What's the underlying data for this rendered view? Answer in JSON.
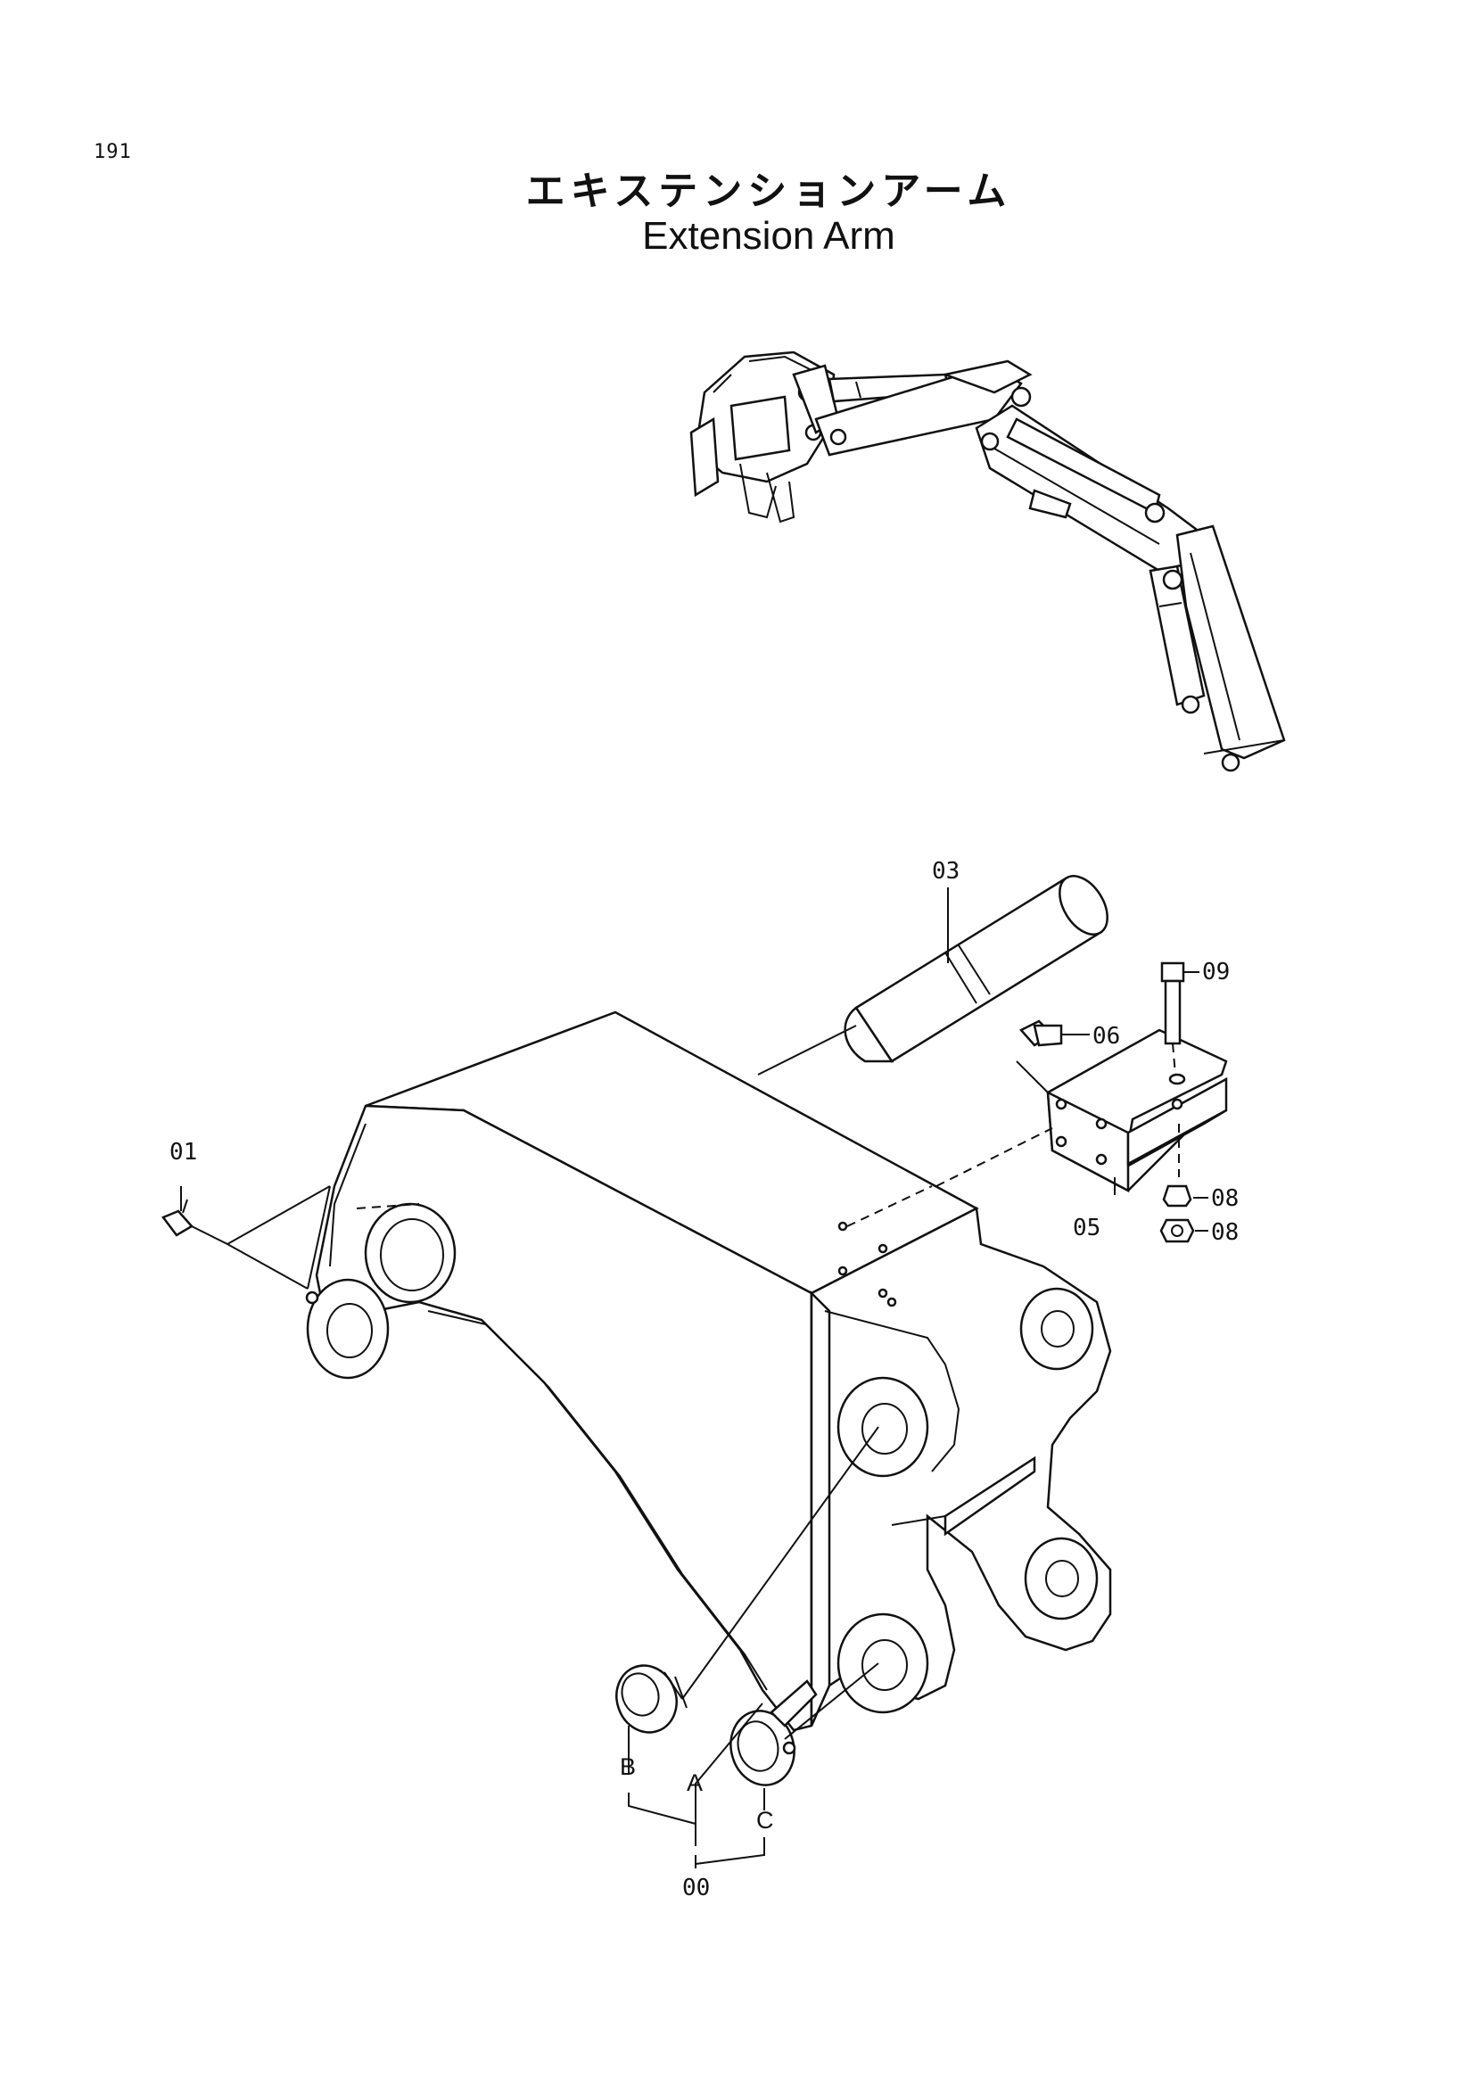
{
  "page": {
    "number": "191"
  },
  "title": {
    "japanese": "エキステンションアーム",
    "english": "Extension Arm"
  },
  "callouts": {
    "c00": "00",
    "c01": "01",
    "c03": "03",
    "c05": "05",
    "c06": "06",
    "c08a": "08",
    "c08b": "08",
    "c09": "09",
    "cA": "A",
    "cB": "B",
    "cC": "C"
  }
}
